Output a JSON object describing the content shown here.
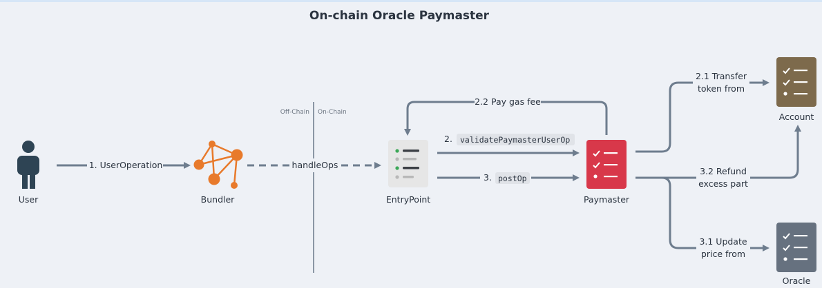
{
  "title": "On-chain Oracle Paymaster",
  "zones": {
    "off_chain": "Off-Chain",
    "on_chain": "On-Chain"
  },
  "nodes": {
    "user": "User",
    "bundler": "Bundler",
    "entrypoint": "EntryPoint",
    "paymaster": "Paymaster",
    "account": "Account",
    "oracle": "Oracle"
  },
  "edges": {
    "user_operation": "1. UserOperation",
    "handle_ops": "handleOps",
    "validate_prefix": "2.",
    "validate_code": "validatePaymasterUserOp",
    "postop_prefix": "3.",
    "postop_code": "postOp",
    "pay_gas_fee": "2.2 Pay gas fee",
    "transfer_line1": "2.1 Transfer",
    "transfer_line2": "token from",
    "refund_line1": "3.2 Refund",
    "refund_line2": "excess part",
    "update_line1": "3.1 Update",
    "update_line2": "price from"
  },
  "colors": {
    "background": "#eef1f6",
    "arrow": "#6e7d8e",
    "user": "#2e4454",
    "bundler": "#e87a2b",
    "entrypoint_bg": "#e6e6e6",
    "entrypoint_green": "#3aa757",
    "paymaster": "#d8384a",
    "account": "#7d6a4c",
    "oracle": "#66717f"
  },
  "icons": {
    "user": "person-icon",
    "bundler": "network-nodes-icon",
    "entrypoint": "list-icon",
    "paymaster": "checklist-icon",
    "account": "checklist-icon",
    "oracle": "checklist-icon"
  }
}
